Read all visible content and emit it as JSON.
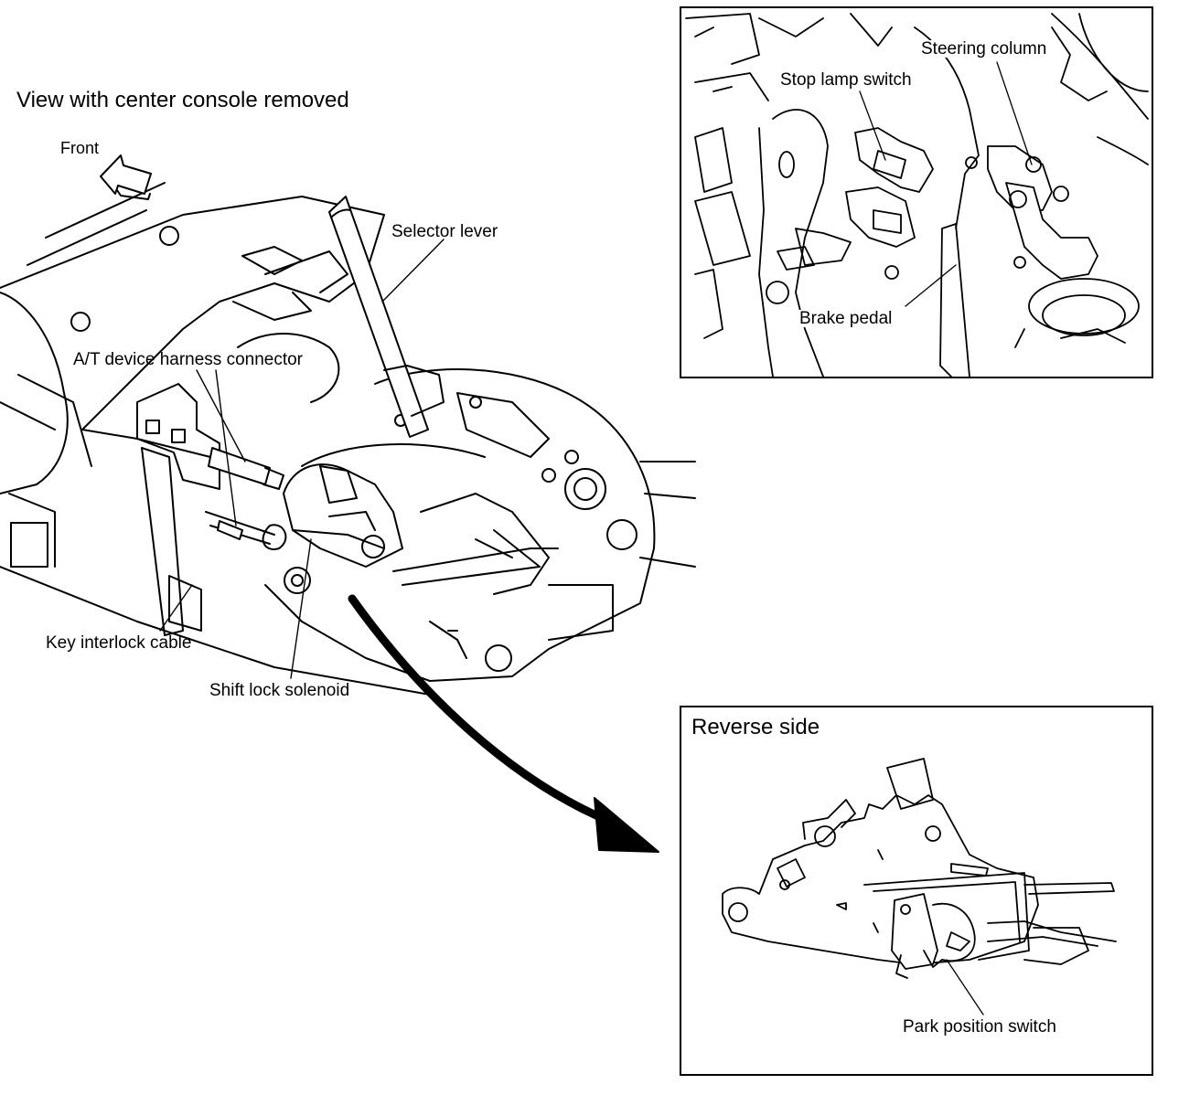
{
  "main_view": {
    "title": "View with center console removed",
    "front_label": "Front",
    "callouts": {
      "selector_lever": "Selector lever",
      "at_device_harness_connector": "A/T device harness connector",
      "key_interlock_cable": "Key interlock cable",
      "shift_lock_solenoid": "Shift lock solenoid"
    }
  },
  "inset_pedal": {
    "callouts": {
      "steering_column": "Steering column",
      "stop_lamp_switch": "Stop lamp switch",
      "brake_pedal": "Brake pedal"
    }
  },
  "inset_reverse": {
    "title": "Reverse side",
    "callouts": {
      "park_position_switch": "Park position switch"
    }
  },
  "icons": [
    "front-arrow-icon",
    "pointer-arrow-icon"
  ],
  "colors": {
    "ink": "#000000",
    "paper": "#ffffff"
  }
}
